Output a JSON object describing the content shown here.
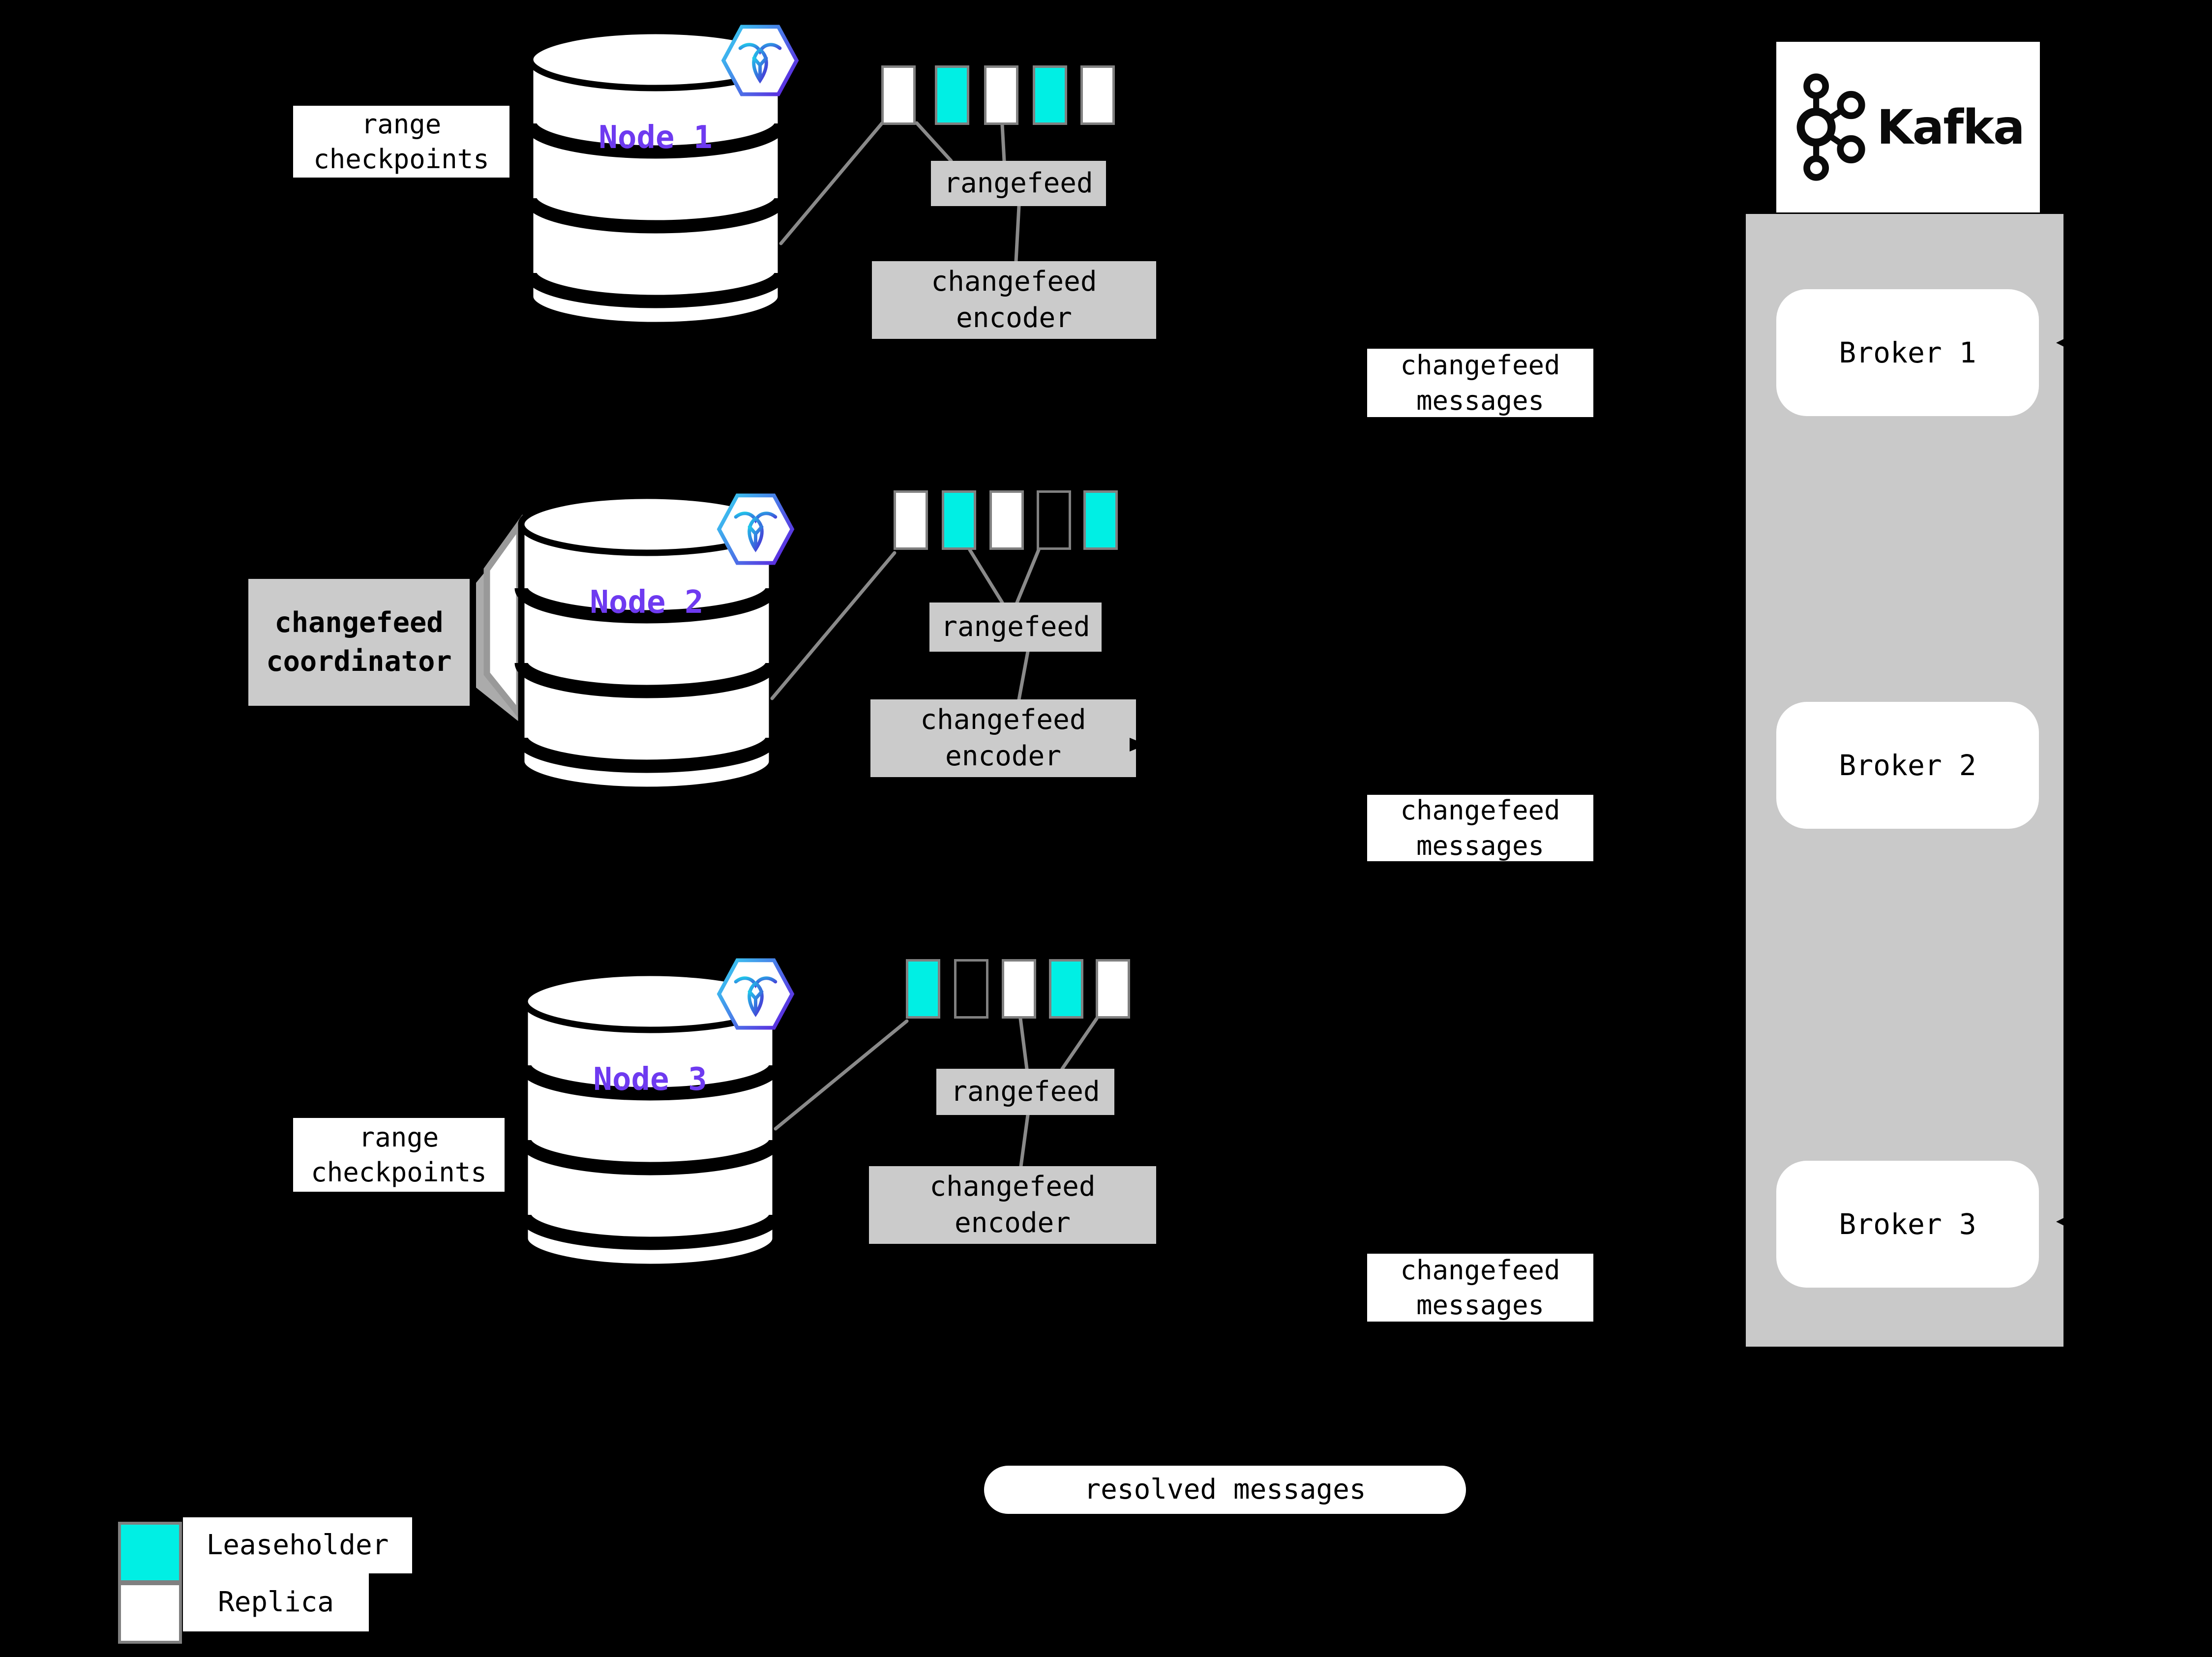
{
  "kafka": {
    "brand": "Kafka",
    "brokers": [
      {
        "label": "Broker 1"
      },
      {
        "label": "Broker 2"
      },
      {
        "label": "Broker 3"
      }
    ]
  },
  "nodes": [
    {
      "label": "Node 1",
      "rangefeed_label": "rangefeed",
      "encoder_label": "changefeed\nencoder",
      "ranges": [
        "replica",
        "leaseholder",
        "replica",
        "leaseholder",
        "replica"
      ]
    },
    {
      "label": "Node 2",
      "rangefeed_label": "rangefeed",
      "encoder_label": "changefeed\nencoder",
      "ranges": [
        "replica",
        "leaseholder",
        "replica",
        "replica-outline",
        "leaseholder"
      ]
    },
    {
      "label": "Node 3",
      "rangefeed_label": "rangefeed",
      "encoder_label": "changefeed\nencoder",
      "ranges": [
        "leaseholder",
        "replica-outline",
        "replica",
        "leaseholder",
        "replica"
      ]
    }
  ],
  "annotations": {
    "range_checkpoints_top": "range\ncheckpoints",
    "range_checkpoints_bottom": "range\ncheckpoints",
    "changefeed_coordinator": "changefeed\ncoordinator",
    "changefeed_messages_1": "changefeed\nmessages",
    "changefeed_messages_2": "changefeed\nmessages",
    "changefeed_messages_3": "changefeed\nmessages",
    "resolved_messages": "resolved messages"
  },
  "legend": {
    "items": [
      {
        "label": "Leaseholder",
        "color": "#00efe4"
      },
      {
        "label": "Replica",
        "color": "#ffffff"
      }
    ]
  },
  "colors": {
    "background": "#000000",
    "leaseholder": "#00efe4",
    "replica": "#ffffff",
    "replica_outline": "#000000",
    "panel_gray": "#cbcbcb",
    "kafka_container": "#c9c9c9",
    "node_label_purple": "#6e3af0",
    "connector_gray": "#8a8a8a",
    "square_border_gray": "#808080"
  }
}
